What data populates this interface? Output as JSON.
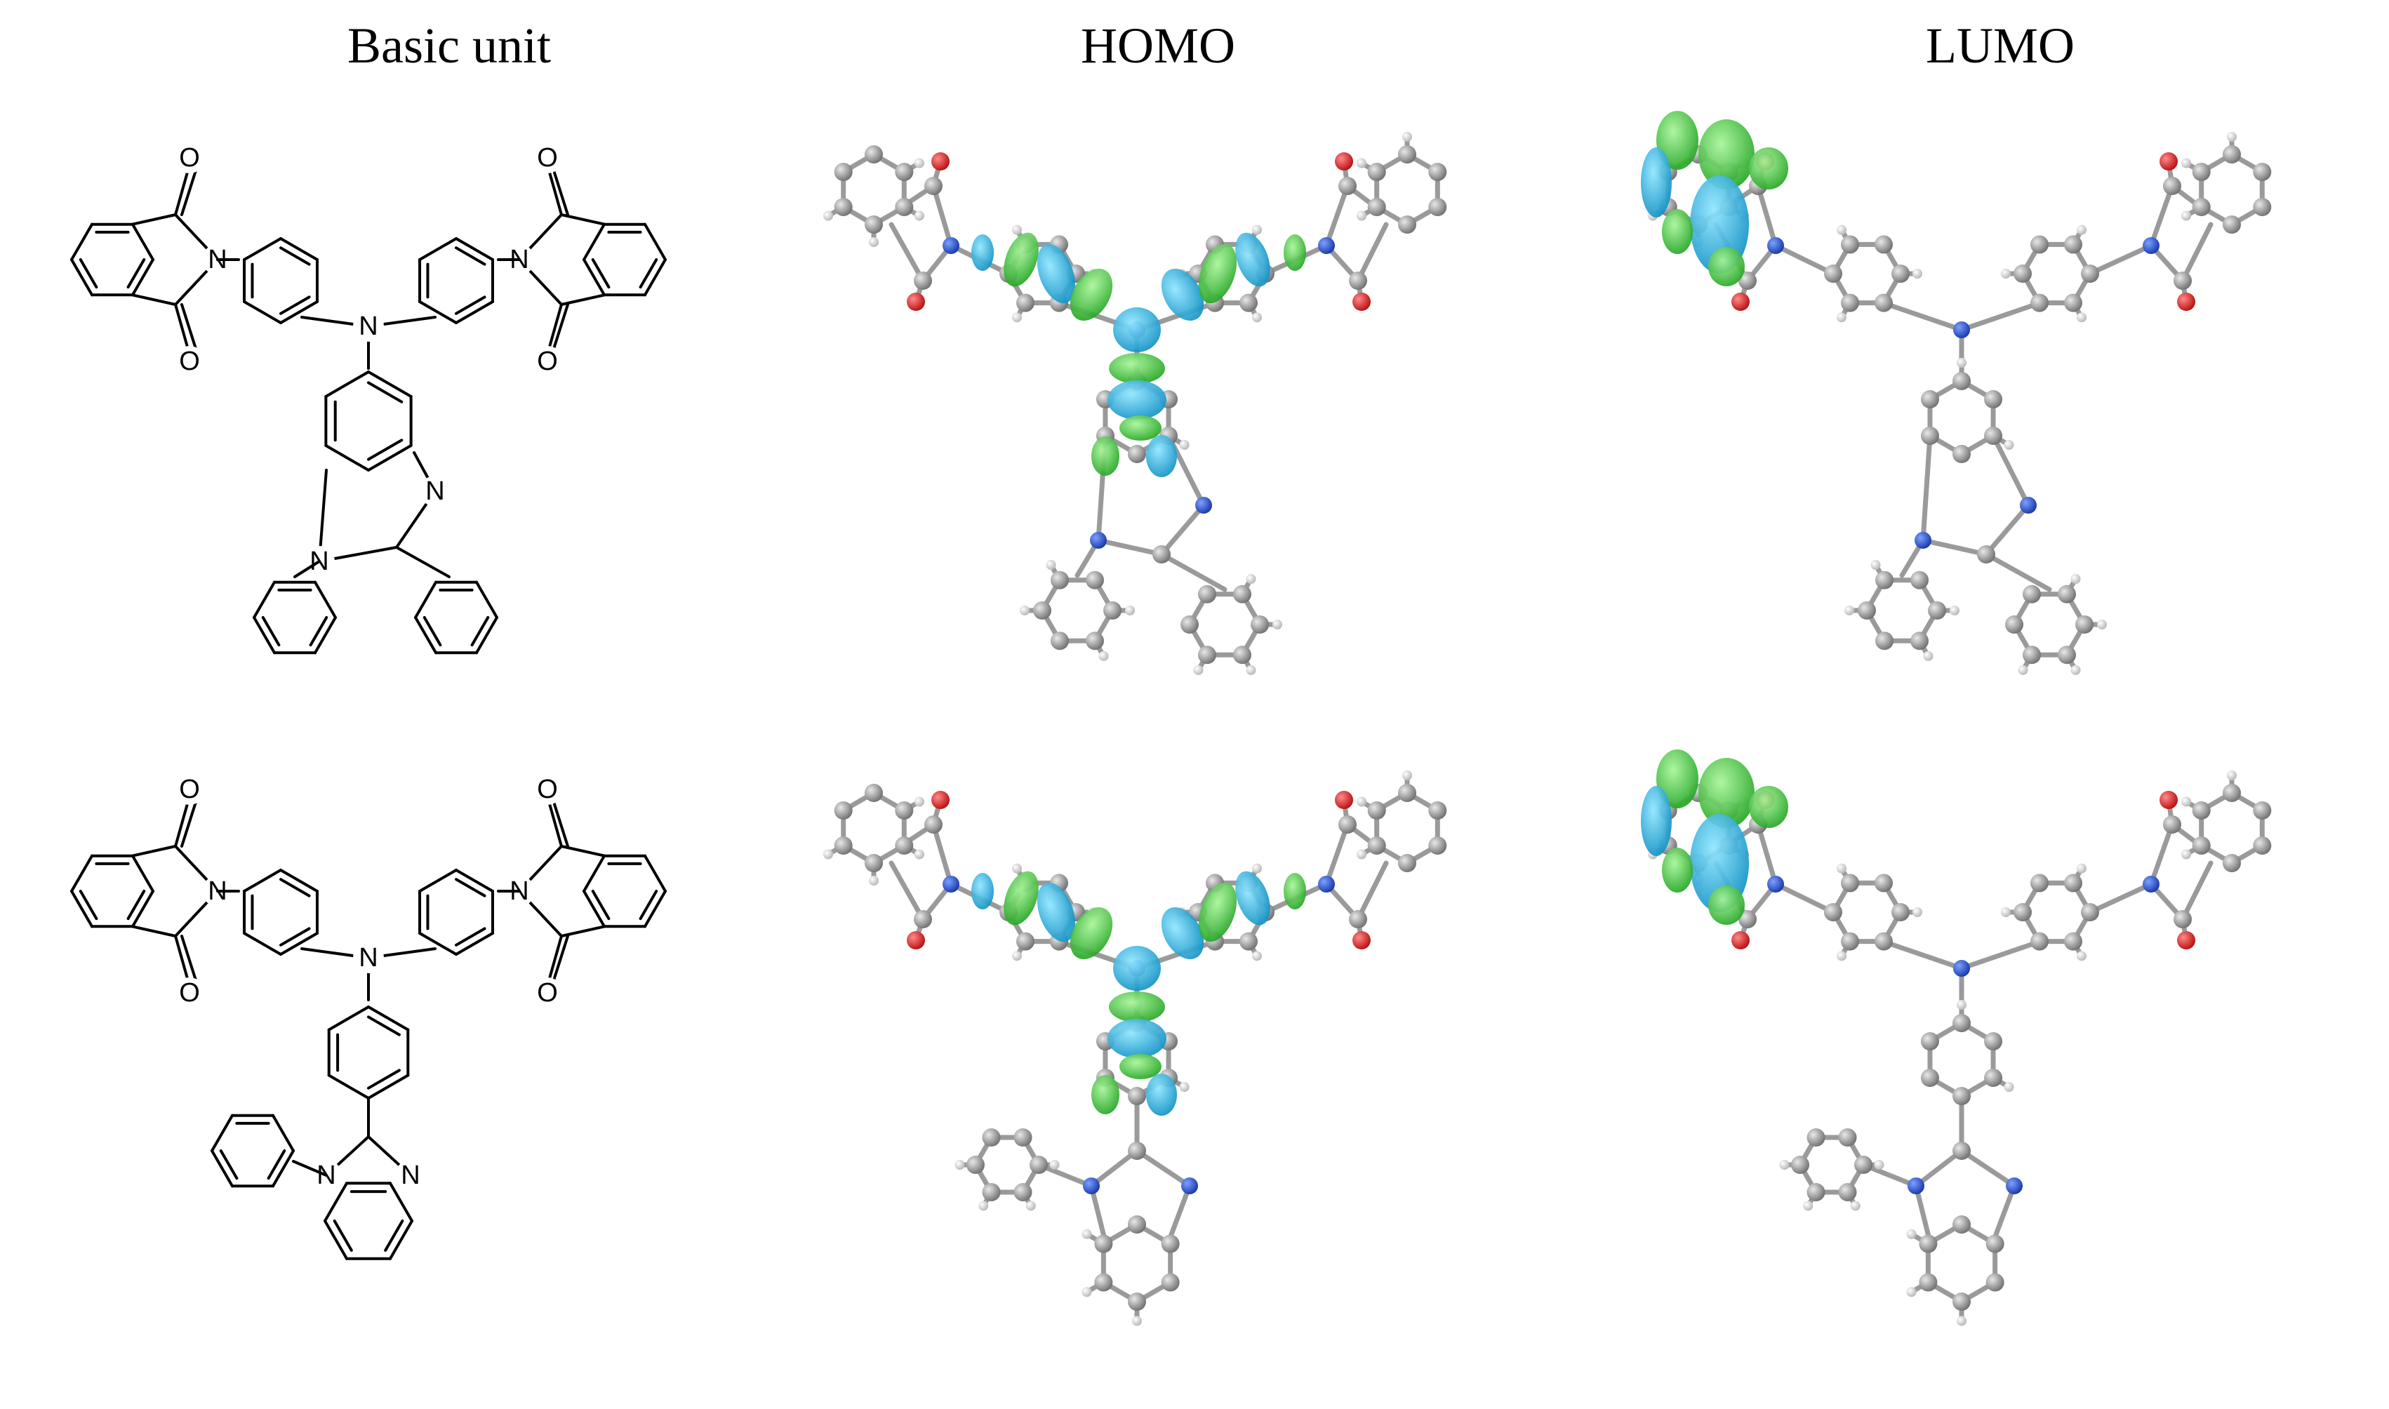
{
  "headers": {
    "basic_unit": "Basic unit",
    "homo": "HOMO",
    "lumo": "LUMO"
  },
  "atom_labels": {
    "oxygen": "O",
    "nitrogen": "N"
  },
  "colors": {
    "carbon": "#8c8c8c",
    "hydrogen": "#d9d9d9",
    "nitrogen": "#1f4fd8",
    "oxygen": "#e11919",
    "lobe_positive": "#1ab0e0",
    "lobe_negative": "#3fd13f"
  }
}
